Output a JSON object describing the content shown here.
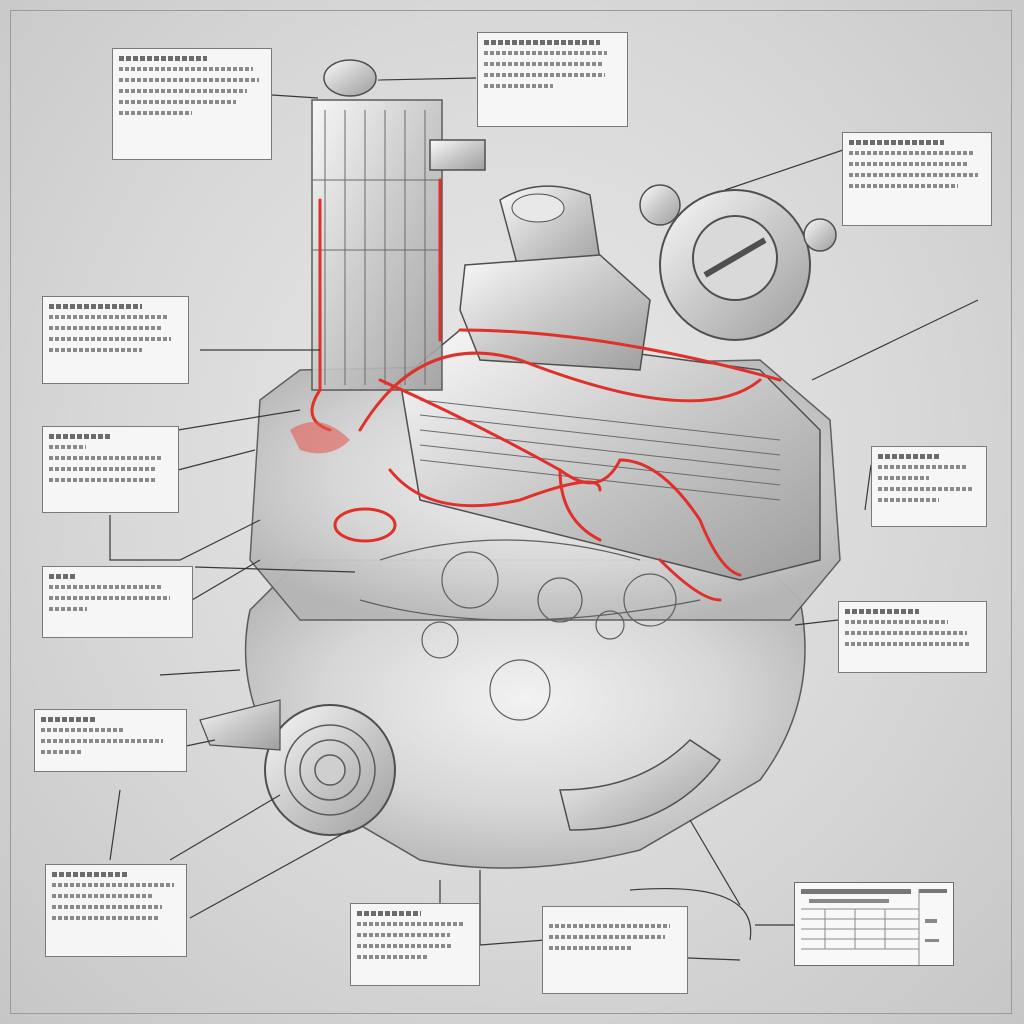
{
  "figure": {
    "subject": "engine-cutaway",
    "accent_color": "#e0302a",
    "line_color": "#5a5a5a",
    "background_color": "#d8d8d8"
  },
  "callouts": [
    {
      "id": "top-left",
      "text_lines": 5
    },
    {
      "id": "top-center",
      "text_lines": 5
    },
    {
      "id": "top-right",
      "text_lines": 4
    },
    {
      "id": "left-upper",
      "text_lines": 4
    },
    {
      "id": "left-middle",
      "text_lines": 4
    },
    {
      "id": "right-middle",
      "text_lines": 4
    },
    {
      "id": "left-lower",
      "text_lines": 4
    },
    {
      "id": "right-lower",
      "text_lines": 3
    },
    {
      "id": "bottom-left-small",
      "text_lines": 3
    },
    {
      "id": "bottom-left",
      "text_lines": 5
    },
    {
      "id": "bottom-center-left",
      "text_lines": 5
    },
    {
      "id": "bottom-center",
      "text_lines": 3
    }
  ],
  "spec_table": {
    "rows": 5
  }
}
